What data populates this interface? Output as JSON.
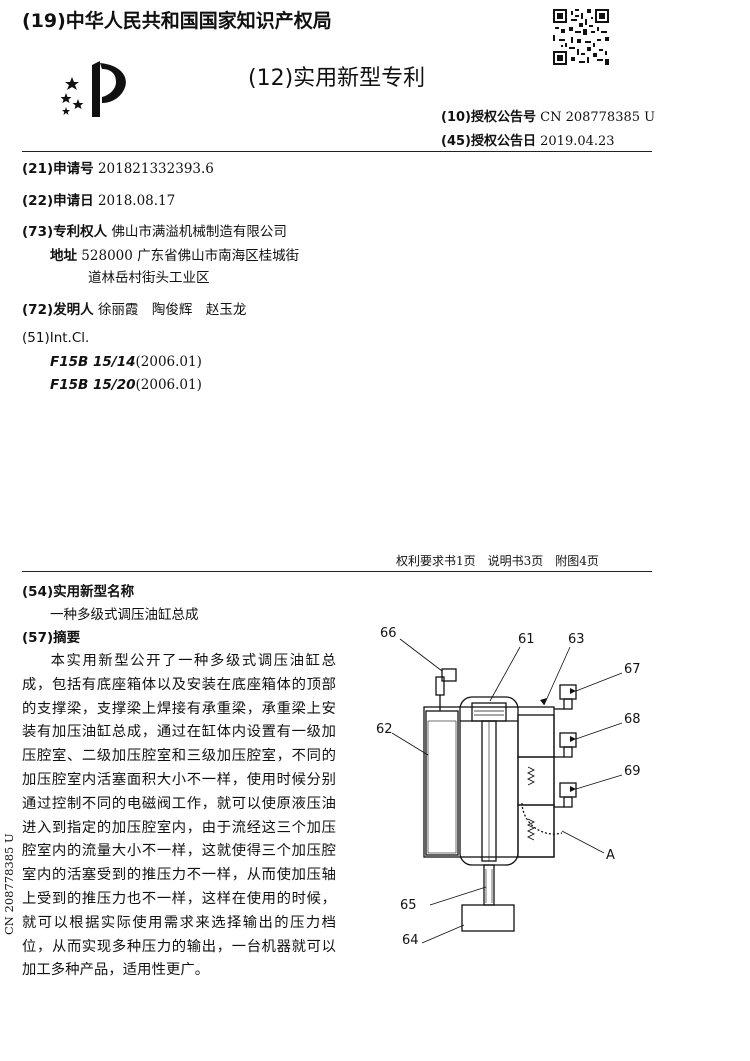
{
  "header": {
    "office": "(19)中华人民共和国国家知识产权局",
    "doc_type": "(12)实用新型专利",
    "pub_no_label": "(10)授权公告号",
    "pub_no": "CN 208778385 U",
    "pub_date_label": "(45)授权公告日",
    "pub_date": "2019.04.23"
  },
  "biblio": {
    "app_no_label": "(21)申请号",
    "app_no": "201821332393.6",
    "app_date_label": "(22)申请日",
    "app_date": "2018.08.17",
    "owner_label": "(73)专利权人",
    "owner": "佛山市满溢机械制造有限公司",
    "address_label": "地址",
    "address_line1": "528000 广东省佛山市南海区桂城街",
    "address_line2": "道林岳村街头工业区",
    "inventor_label": "(72)发明人",
    "inventors": "徐丽霞　陶俊辉　赵玉龙",
    "ipc_label": "(51)Int.Cl.",
    "ipc": [
      {
        "code": "F15B 15/14",
        "ver": "(2006.01)"
      },
      {
        "code": "F15B 15/20",
        "ver": "(2006.01)"
      }
    ]
  },
  "pages_info": "权利要求书1页　说明书3页　附图4页",
  "title_label": "(54)实用新型名称",
  "title": "一种多级式调压油缸总成",
  "abstract_label": "(57)摘要",
  "abstract": "本实用新型公开了一种多级式调压油缸总成，包括有底座箱体以及安装在底座箱体的顶部的支撑梁，支撑梁上焊接有承重梁，承重梁上安装有加压油缸总成，通过在缸体内设置有一级加压腔室、二级加压腔室和三级加压腔室，不同的加压腔室内活塞面积大小不一样，使用时候分别通过控制不同的电磁阀工作，就可以使原液压油进入到指定的加压腔室内，由于流经这三个加压腔室内的流量大小不一样，这就使得三个加压腔室内的活塞受到的推压力不一样，从而使加压轴上受到的推压力也不一样，这样在使用的时候，就可以根据实际使用需求来选择输出的压力档位，从而实现多种压力的输出，一台机器就可以加工多种产品，适用性更广。",
  "side_no": "CN 208778385 U",
  "figure_labels": {
    "l66": "66",
    "l61": "61",
    "l63": "63",
    "l67": "67",
    "l62": "62",
    "l68": "68",
    "l69": "69",
    "lA": "A",
    "l65": "65",
    "l64": "64"
  }
}
